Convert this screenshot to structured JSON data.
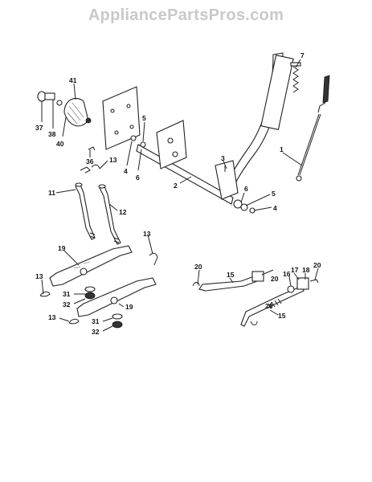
{
  "watermark": "AppliancePartsPros.com",
  "callouts": [
    {
      "id": "c41",
      "text": "41"
    },
    {
      "id": "c37",
      "text": "37"
    },
    {
      "id": "c38",
      "text": "38"
    },
    {
      "id": "c40",
      "text": "40"
    },
    {
      "id": "c36",
      "text": "36"
    },
    {
      "id": "c4a",
      "text": "4"
    },
    {
      "id": "c6a",
      "text": "6"
    },
    {
      "id": "c5a",
      "text": "5"
    },
    {
      "id": "c13a",
      "text": "13"
    },
    {
      "id": "c11",
      "text": "11"
    },
    {
      "id": "c12",
      "text": "12"
    },
    {
      "id": "c2",
      "text": "2"
    },
    {
      "id": "c3",
      "text": "3"
    },
    {
      "id": "c7",
      "text": "7"
    },
    {
      "id": "c1",
      "text": "1"
    },
    {
      "id": "c6b",
      "text": "6"
    },
    {
      "id": "c5b",
      "text": "5"
    },
    {
      "id": "c4b",
      "text": "4"
    },
    {
      "id": "c13b",
      "text": "13"
    },
    {
      "id": "c19a",
      "text": "19"
    },
    {
      "id": "c13c",
      "text": "13"
    },
    {
      "id": "c31a",
      "text": "31"
    },
    {
      "id": "c32a",
      "text": "32"
    },
    {
      "id": "c19b",
      "text": "19"
    },
    {
      "id": "c13d",
      "text": "13"
    },
    {
      "id": "c31b",
      "text": "31"
    },
    {
      "id": "c32b",
      "text": "32"
    },
    {
      "id": "c20a",
      "text": "20"
    },
    {
      "id": "c15a",
      "text": "15"
    },
    {
      "id": "c20b",
      "text": "20"
    },
    {
      "id": "c17",
      "text": "17"
    },
    {
      "id": "c18",
      "text": "18"
    },
    {
      "id": "c20c",
      "text": "20"
    },
    {
      "id": "c16",
      "text": "16"
    },
    {
      "id": "c20d",
      "text": "20"
    },
    {
      "id": "c15b",
      "text": "15"
    }
  ]
}
